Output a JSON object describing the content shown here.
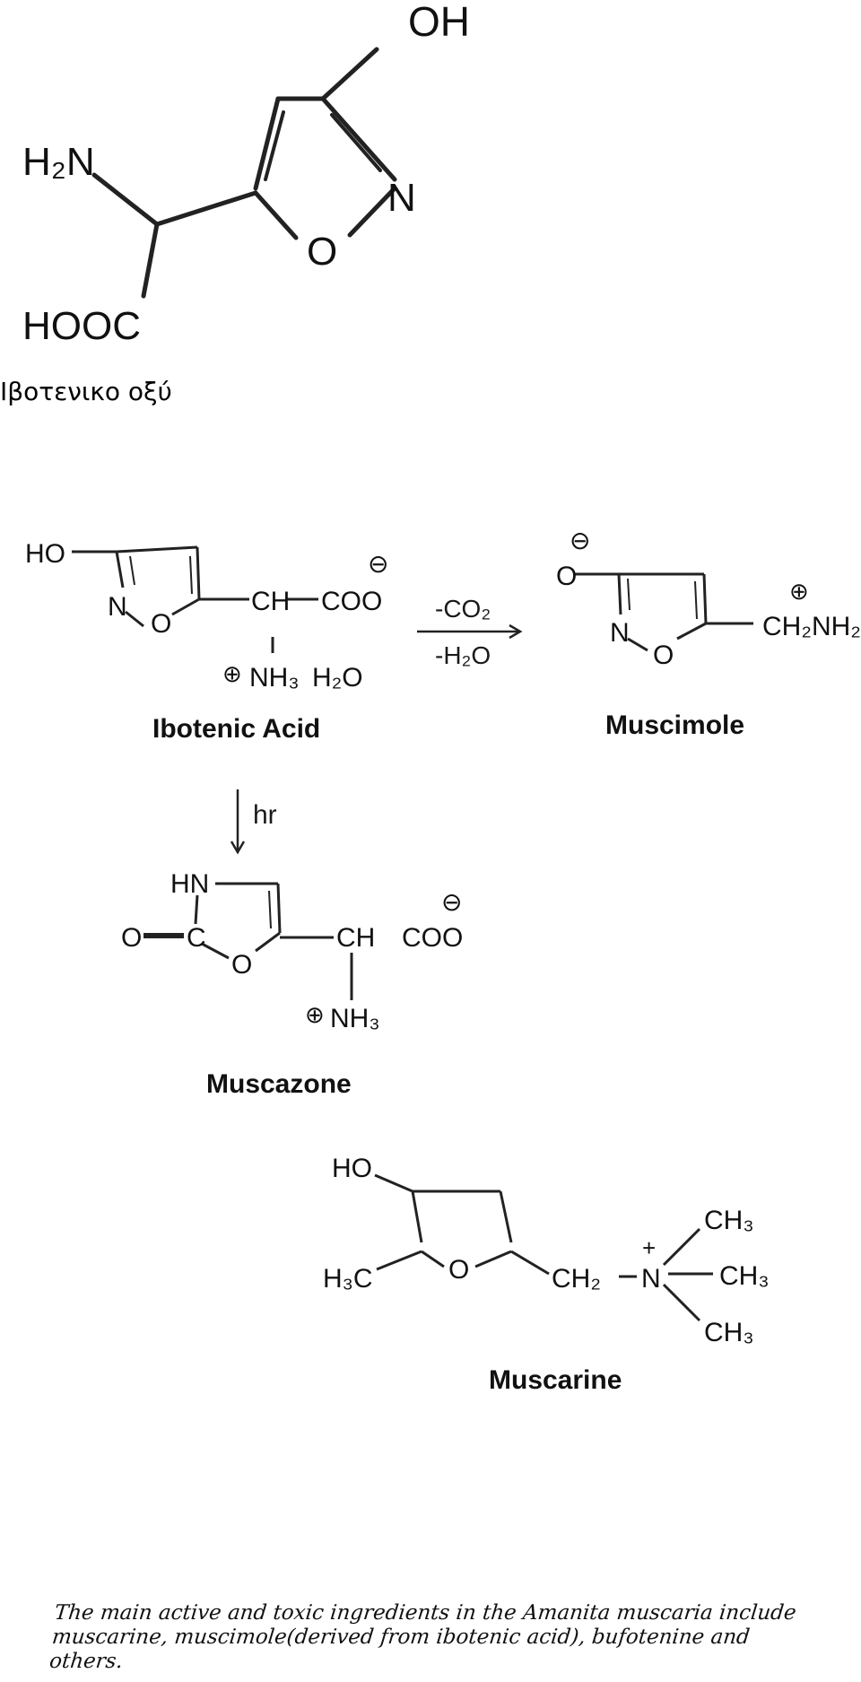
{
  "structures": {
    "top": {
      "oh": "OH",
      "h2n": "H₂N",
      "n": "N",
      "o": "O",
      "hooc": "HOOC",
      "caption": "Ιβοτενικο οξύ"
    },
    "ibotenic": {
      "ho": "HO",
      "n": "N",
      "o": "O",
      "ch": "CH",
      "coo": "COO",
      "minus": "⊖",
      "plus": "⊕",
      "nh3": "NH₃",
      "h2o": "H₂O",
      "name": "Ibotenic Acid"
    },
    "reaction": {
      "above": "-CO₂",
      "below": "-H₂O",
      "down_label": "hr"
    },
    "muscimole": {
      "o": "O",
      "minus": "⊖",
      "n": "N",
      "ring_o": "O",
      "plus": "⊕",
      "ch2nh2": "CH₂NH₂",
      "name": "Muscimole"
    },
    "muscazone": {
      "hn": "HN",
      "o": "O",
      "c": "C",
      "ring_o": "O",
      "ch": "CH",
      "coo": "COO",
      "minus": "⊖",
      "plus": "⊕",
      "nh3": "NH₃",
      "name": "Muscazone"
    },
    "muscarine": {
      "ho": "HO",
      "h3c": "H₃C",
      "o": "O",
      "ch2": "CH₂",
      "n": "N",
      "plus": "+",
      "ch3_top": "CH₃",
      "ch3_mid": "CH₃",
      "ch3_bot": "CH₃",
      "name": "Muscarine"
    }
  },
  "note": "The main active and toxic ingredients in the Amanita muscaria include muscarine, muscimole(derived from ibotenic acid), bufotenine and others."
}
